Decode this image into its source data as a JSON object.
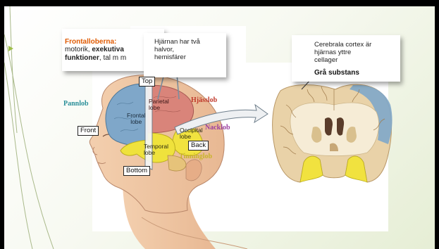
{
  "callout_frontal": {
    "title": "Frontalloberna:",
    "line1_a": "motorik, ",
    "line1_b": "exekutiva",
    "line2_a": "funktioner",
    "line2_b": ", tal m m"
  },
  "callout_hemispheres": {
    "text": "Hjärnan har två\nhalvor,\nhemisfärer"
  },
  "callout_cortex": {
    "text": "Cerebrala cortex är\nhjärnas yttre\ncellager",
    "bold": "Grå substans"
  },
  "head_diagram": {
    "top": "Top",
    "front": "Front",
    "back": "Back",
    "bottom": "Bottom",
    "frontal_lobe": "Frontal\nlobe",
    "parietal_lobe": "Parietal\nlobe",
    "occipital_lobe": "Occipital\nlobe",
    "temporal_lobe": "Temporal\nlobe"
  },
  "swedish_labels": {
    "pannlob": "Pannlob",
    "hjasslob": "Hjässlob",
    "nacklob": "Nacklob",
    "tinninglob": "Tinninglob"
  },
  "colors": {
    "slide_bg": "#000000",
    "frontal": "#7fa7c9",
    "parietal": "#d9847a",
    "occipital": "#f1e23f",
    "temporal": "#efe23c",
    "pannlob_text": "#2a8f99",
    "hjasslob_text": "#c0392b",
    "nacklob_text": "#9b3fa0",
    "tinninglob_text": "#c8b427",
    "callout_title": "#e05a00"
  }
}
